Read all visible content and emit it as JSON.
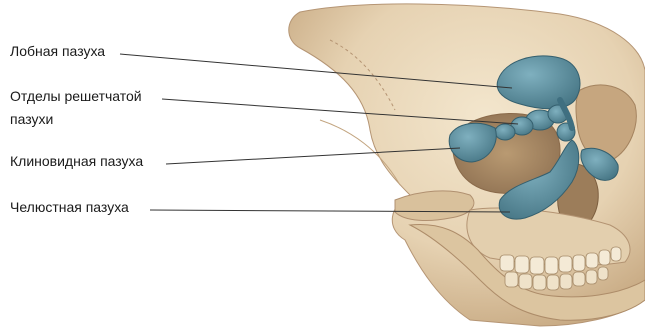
{
  "labels": {
    "frontal": "Лобная пазуха",
    "ethmoid_line1": "Отделы решетчатой",
    "ethmoid_line2": "пазухи",
    "sphenoid": "Клиновидная пазуха",
    "maxillary": "Челюстная пазуха"
  },
  "colors": {
    "bone": "#e8d6b8",
    "bone_shadow": "#c9ad86",
    "bone_dark": "#a98b65",
    "sinus": "#5f93a4",
    "sinus_dark": "#3f6f80",
    "leader_line": "#333333"
  }
}
